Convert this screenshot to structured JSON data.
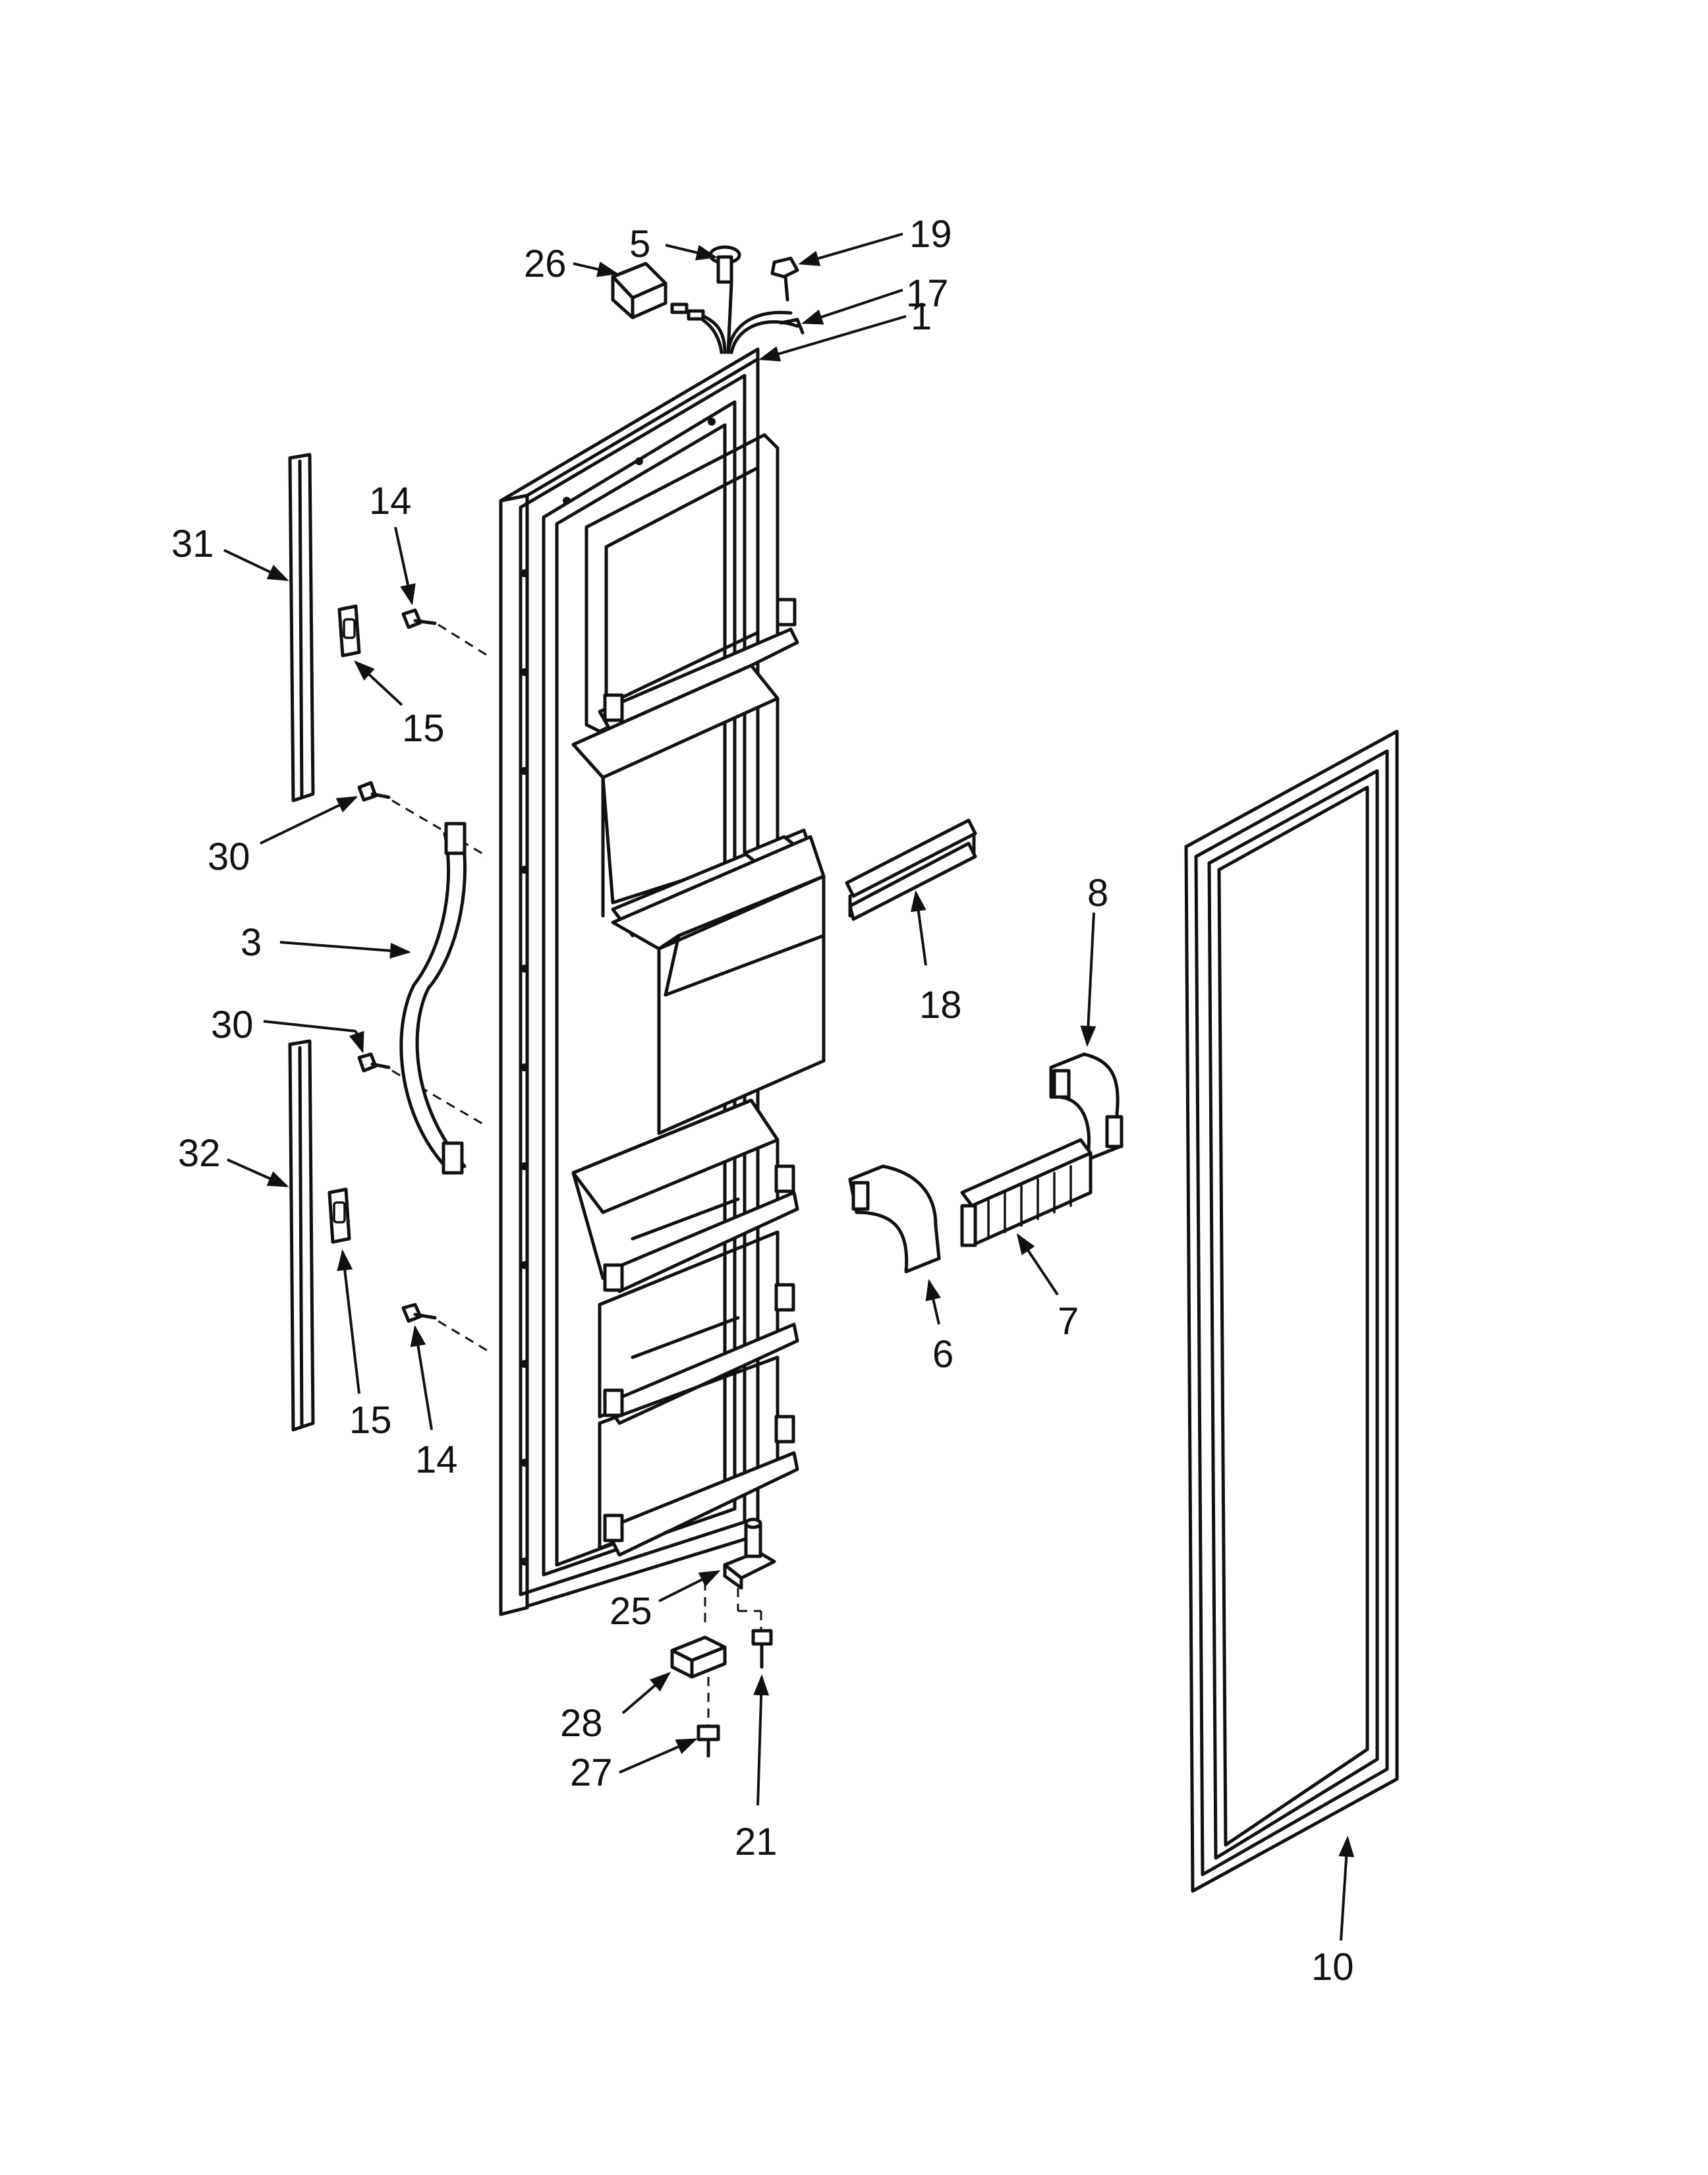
{
  "callouts": [
    {
      "id": "1",
      "label": "1"
    },
    {
      "id": "3",
      "label": "3"
    },
    {
      "id": "5",
      "label": "5"
    },
    {
      "id": "6",
      "label": "6"
    },
    {
      "id": "7",
      "label": "7"
    },
    {
      "id": "8",
      "label": "8"
    },
    {
      "id": "10",
      "label": "10"
    },
    {
      "id": "14a",
      "label": "14"
    },
    {
      "id": "14b",
      "label": "14"
    },
    {
      "id": "15a",
      "label": "15"
    },
    {
      "id": "15b",
      "label": "15"
    },
    {
      "id": "17",
      "label": "17"
    },
    {
      "id": "18",
      "label": "18"
    },
    {
      "id": "19",
      "label": "19"
    },
    {
      "id": "21",
      "label": "21"
    },
    {
      "id": "25",
      "label": "25"
    },
    {
      "id": "26",
      "label": "26"
    },
    {
      "id": "27",
      "label": "27"
    },
    {
      "id": "28",
      "label": "28"
    },
    {
      "id": "30a",
      "label": "30"
    },
    {
      "id": "30b",
      "label": "30"
    },
    {
      "id": "31",
      "label": "31"
    },
    {
      "id": "32",
      "label": "32"
    }
  ],
  "colors": {
    "ink": "#111111",
    "paper": "#ffffff"
  }
}
